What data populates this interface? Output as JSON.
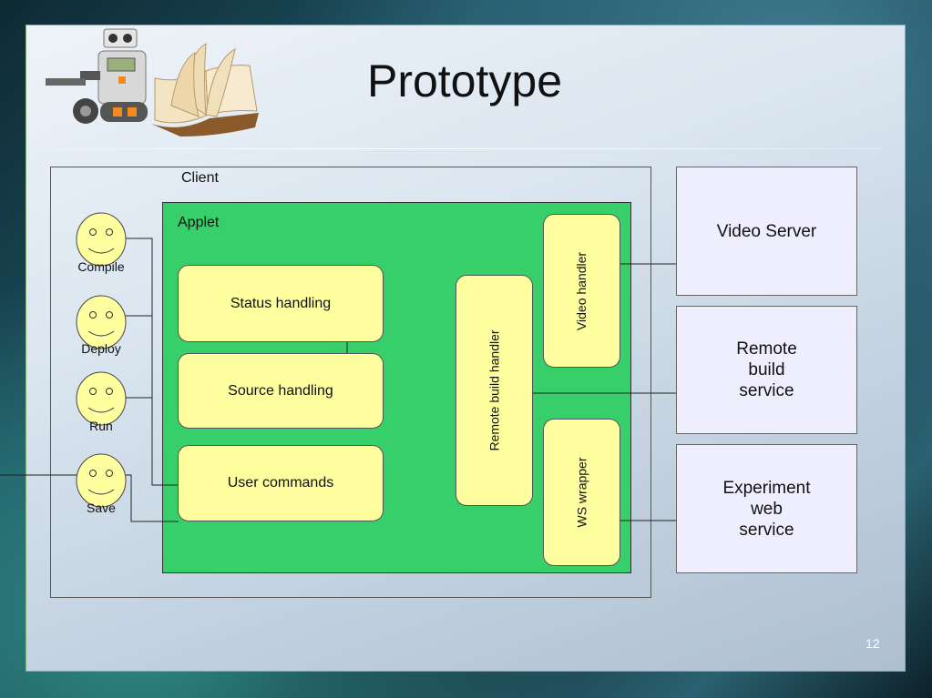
{
  "slide": {
    "title": "Prototype",
    "page_number": "12"
  },
  "diagram": {
    "client_label": "Client",
    "applet_label": "Applet",
    "actors": [
      {
        "label": "Compile"
      },
      {
        "label": "Deploy"
      },
      {
        "label": "Run"
      },
      {
        "label": "Save"
      }
    ],
    "components": {
      "status": "Status handling",
      "source": "Source handling",
      "commands": "User commands",
      "remote_build_handler": "Remote build handler",
      "video_handler": "Video handler",
      "ws_wrapper": "WS wrapper"
    },
    "servers": {
      "video": "Video Server",
      "remote_build": "Remote\nbuild\nservice",
      "experiment": "Experiment\nweb\nservice"
    }
  },
  "colors": {
    "applet": "#37cf69",
    "component": "#ffffa0",
    "server": "#efeefe"
  }
}
